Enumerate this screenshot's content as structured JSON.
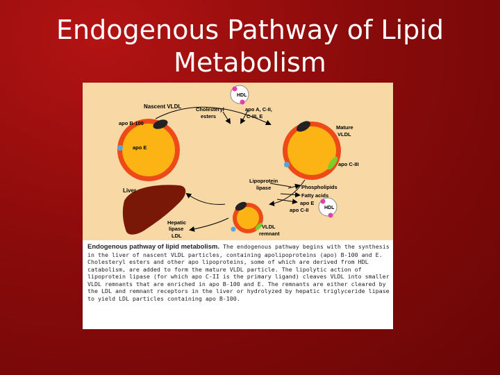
{
  "slide": {
    "title_line1": "Endogenous Pathway of Lipid",
    "title_line2": "Metabolism"
  },
  "diagram": {
    "labels": {
      "nascent_vldl": "Nascent VLDL",
      "apo_b100": "apo B-100",
      "apo_e_left": "apo E",
      "cholesteryl": "Cholesteryl",
      "esters": "esters",
      "apo_a_c2": "apo A, C-II,",
      "c3_e": "C-III, E",
      "mature": "Mature",
      "vldl": "VLDL",
      "apo_c3": "apo C-III",
      "liver": "Liver",
      "lipoprotein": "Lipoprotein",
      "lipase": "lipase",
      "phospholipids": "Phospholipids",
      "fatty_acids": "Fatty acids",
      "apo_e_right": "apo E",
      "apo_c2": "apo C-II",
      "hepatic": "Hepatic",
      "hepatic_lipase": "lipase",
      "ldl": "LDL",
      "vldl_remnant_1": "VLDL",
      "vldl_remnant_2": "remnant",
      "hdl_top": "HDL",
      "hdl_bottom": "HDL"
    },
    "colors": {
      "background": "#f8d9a6",
      "particle_core": "#fbb414",
      "particle_shell": "#ee4a18",
      "apo_b": "#222222",
      "apo_e": "#5aa3d8",
      "apo_c": "#7ccc2e",
      "liver": "#7a1808",
      "hdl_dot": "#e040b0"
    }
  },
  "caption": {
    "bold": "Endogenous pathway of lipid metabolism.",
    "text": "The endogenous pathway begins with the synthesis in the liver of nascent VLDL particles, containing apolipoproteins (apo) B-100 and E. Cholesteryl esters and other apo lipoproteins, some of which are derived from HDL catabolism, are added to form the mature VLDL particle. The lipolytic action of lipoprotein lipase (for which apo C-II is the primary ligand) cleaves VLDL into smaller VLDL remnants that are enriched in apo B-100 and E. The remnants are either cleared by the LDL and remnant receptors in the liver or hydrolyzed by hepatic triglyceride lipase to yield LDL particles containing apo B-100."
  }
}
